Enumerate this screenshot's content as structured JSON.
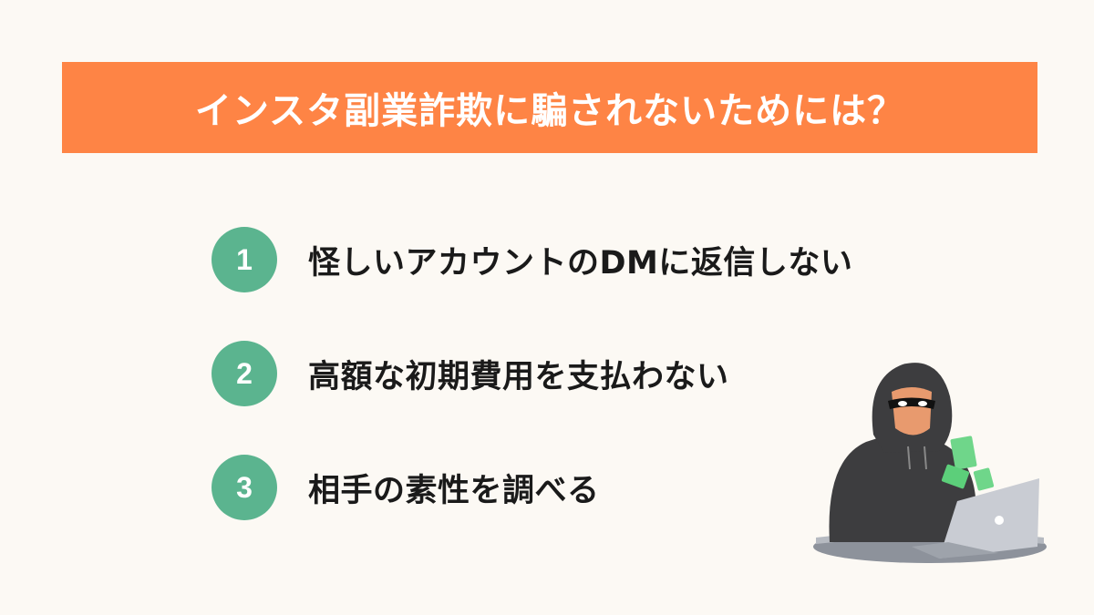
{
  "title": "インスタ副業詐欺に騙されないためには？",
  "items": [
    {
      "number": "1",
      "text": "怪しいアカウントのDMに返信しない"
    },
    {
      "number": "2",
      "text": "高額な初期費用を支払わない"
    },
    {
      "number": "3",
      "text": "相手の素性を調べる"
    }
  ],
  "colors": {
    "background": "#fcf9f4",
    "banner": "#fe8445",
    "badge": "#5bb48f"
  }
}
